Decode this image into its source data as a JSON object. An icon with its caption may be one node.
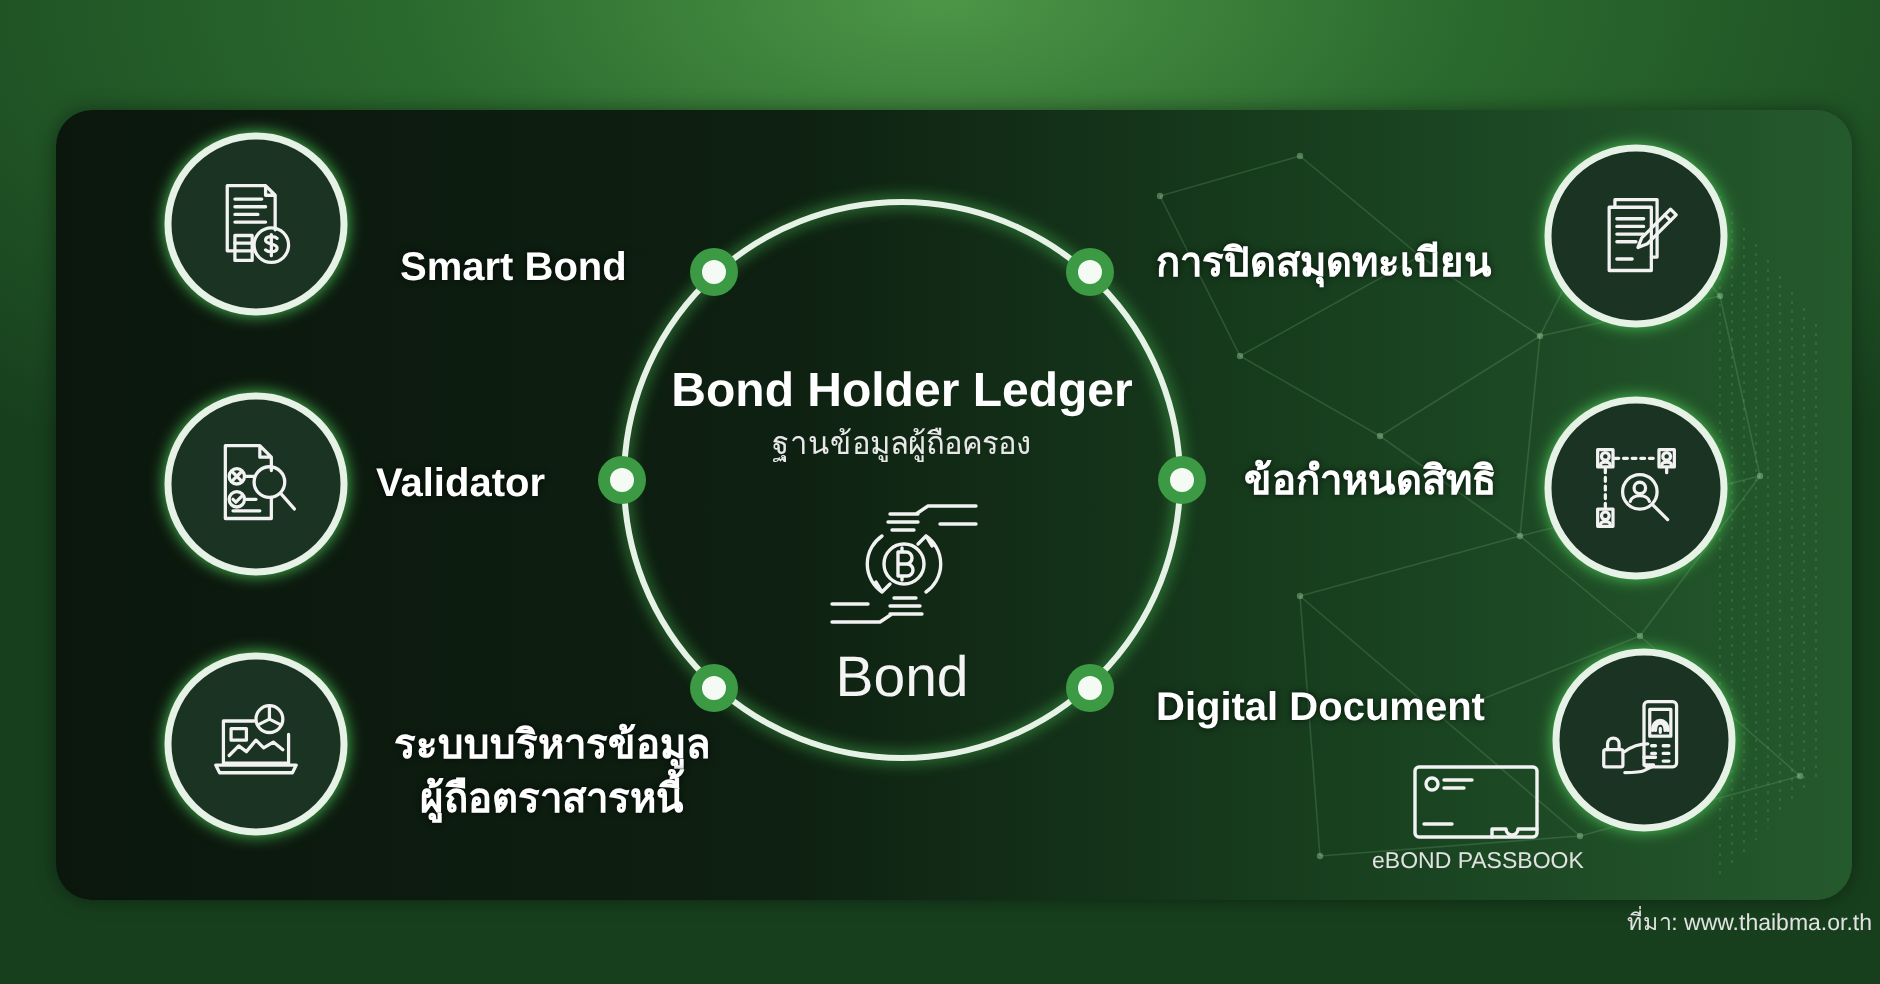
{
  "diagram": {
    "nodes": [
      {
        "text": [
          "Bond Holder Ledger",
          "ฐานข้อมูลผู้ถือครอง",
          "Bond"
        ]
      },
      {
        "text": [],
        "shape": "circle"
      },
      {
        "text": [],
        "shape": "circle"
      },
      {
        "text": [],
        "shape": "circle"
      },
      {
        "text": [],
        "shape": "circle"
      },
      {
        "text": [],
        "shape": "circle"
      },
      {
        "text": [],
        "shape": "circle"
      }
    ],
    "labels": [
      "Smart Bond",
      "การปิดสมุดทะเบียน",
      "Validator",
      "ข้อกำหนดสิทธิ",
      "ระบบบริหารข้อมูลผู้ถือตราสารหนี้",
      "Digital Document",
      "eBOND PASSBOOK",
      "ที่มา: www.thaibma.or.th"
    ]
  }
}
